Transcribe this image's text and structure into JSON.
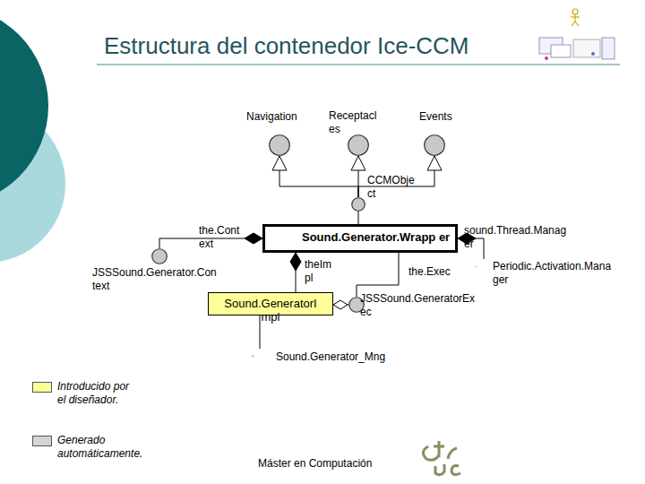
{
  "diagram": {
    "title": "Estructura del contenedor Ice-CCM",
    "nodes": [
      {
        "text": [
          "Navigation"
        ]
      },
      {
        "text": [
          "Receptacl es"
        ]
      },
      {
        "text": [
          "Events"
        ]
      },
      {
        "text": [
          "CCMObje ct"
        ]
      },
      {
        "text": [
          "JSSSound.Generator.Con text"
        ]
      },
      {
        "text": [
          "Sound.Generator.Wrapp er"
        ]
      },
      {
        "text": [
          "Periodic.Activation.Mana ger"
        ]
      },
      {
        "text": [
          "Sound.GeneratorI mpl"
        ]
      },
      {
        "text": [
          "JSSSound.GeneratorEx ec"
        ]
      },
      {
        "text": [
          "Sound.Generator_Mng"
        ]
      }
    ],
    "edges": [
      {
        "from": 3,
        "to": 0,
        "arrow": "to"
      },
      {
        "from": 3,
        "to": 1,
        "arrow": "to"
      },
      {
        "from": 3,
        "to": 2,
        "arrow": "to"
      },
      {
        "from": 5,
        "to": 3,
        "arrow": "none"
      },
      {
        "from": 4,
        "to": 5,
        "label": "the.Cont ext",
        "arrow": "to"
      },
      {
        "from": 7,
        "to": 5,
        "label": "theIm pl",
        "arrow": "to"
      },
      {
        "from": 6,
        "to": 5,
        "label": "sound.Thread.Manag er",
        "arrow": "to"
      },
      {
        "from": 5,
        "to": 8,
        "label": "the.Exec",
        "arrow": "none"
      },
      {
        "from": 8,
        "to": 7,
        "arrow": "to"
      },
      {
        "from": 7,
        "to": 9,
        "arrow": "none"
      }
    ],
    "labels": [
      "Máster en Computación"
    ],
    "legend": [
      {
        "text": "Introducido por el diseñador.",
        "color": "#ffff99"
      },
      {
        "text": "Generado automáticamente.",
        "color": "#d4d4d4"
      }
    ]
  }
}
